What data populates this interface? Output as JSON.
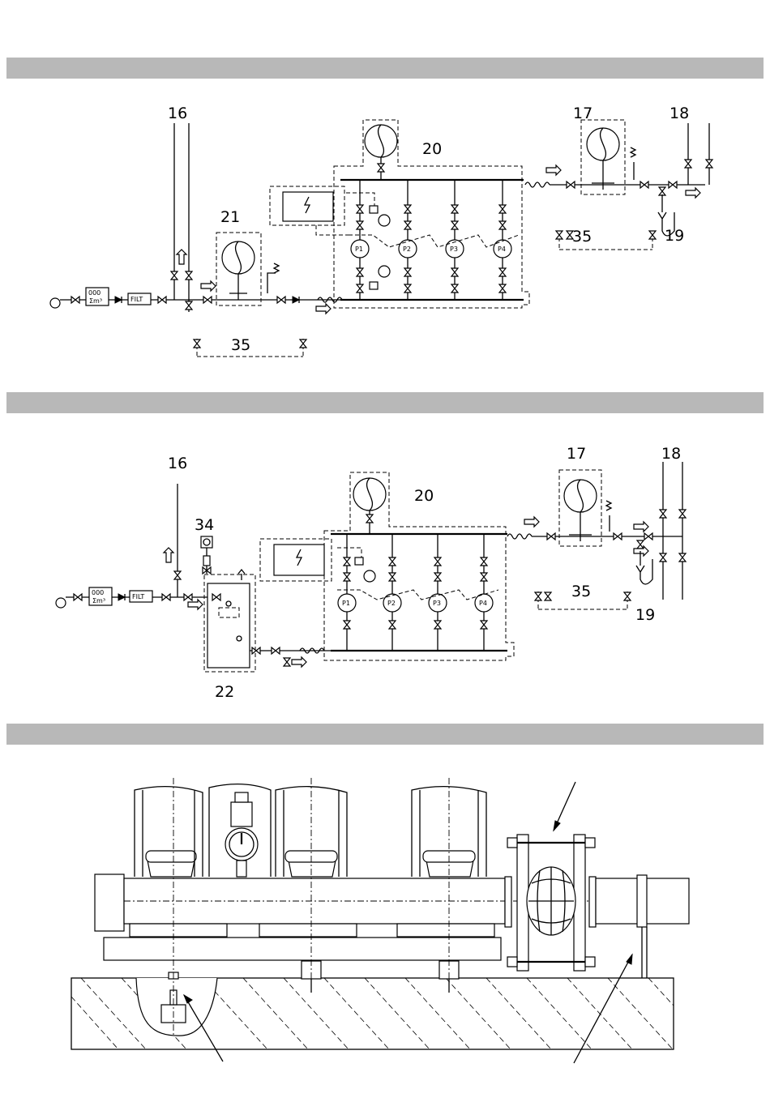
{
  "diagram1": {
    "labels": {
      "l16": "16",
      "l17": "17",
      "l18": "18",
      "l19": "19",
      "l20": "20",
      "l21": "21",
      "l35": "35"
    },
    "filter_text": "FILT",
    "pumps": [
      "P1",
      "P2",
      "P3",
      "P4"
    ]
  },
  "diagram2": {
    "labels": {
      "l16": "16",
      "l17": "17",
      "l18": "18",
      "l19": "19",
      "l20": "20",
      "l22": "22",
      "l34": "34",
      "l35": "35"
    },
    "filter_text": "FILT",
    "pumps": [
      "P1",
      "P2",
      "P3",
      "P4"
    ]
  }
}
